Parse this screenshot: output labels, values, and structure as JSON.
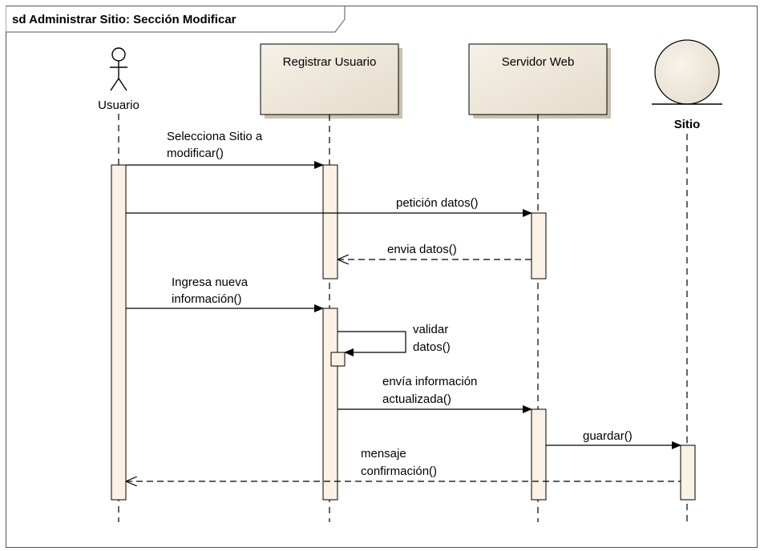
{
  "diagram": {
    "frame_title": "sd Administrar Sitio: Sección Modificar",
    "colors": {
      "box_fill": "#efe8db",
      "activation_fill": "#fbf1e4",
      "entity_fill": "#f2ecdf",
      "line": "#000000"
    },
    "actor": {
      "name": "Usuario",
      "icon": "stick-figure-actor-icon"
    },
    "lifelines": [
      {
        "id": "registrar",
        "label": "Registrar Usuario"
      },
      {
        "id": "servidor",
        "label": "Servidor Web"
      }
    ],
    "entity": {
      "name": "Sitio",
      "icon": "entity-circle-icon"
    },
    "messages": [
      {
        "id": "m1",
        "lines": [
          "Selecciona Sitio a",
          "modificar()"
        ],
        "kind": "sync"
      },
      {
        "id": "m2",
        "lines": [
          "petición datos()"
        ],
        "kind": "sync"
      },
      {
        "id": "m3",
        "lines": [
          "envia datos()"
        ],
        "kind": "return"
      },
      {
        "id": "m4",
        "lines": [
          "Ingresa nueva",
          "información()"
        ],
        "kind": "sync"
      },
      {
        "id": "m5",
        "lines": [
          "validar",
          "datos()"
        ],
        "kind": "self"
      },
      {
        "id": "m6",
        "lines": [
          "envía información",
          "actualizada()"
        ],
        "kind": "sync"
      },
      {
        "id": "m7",
        "lines": [
          "guardar()"
        ],
        "kind": "sync"
      },
      {
        "id": "m8",
        "lines": [
          "mensaje",
          "confirmación()"
        ],
        "kind": "return"
      }
    ]
  }
}
